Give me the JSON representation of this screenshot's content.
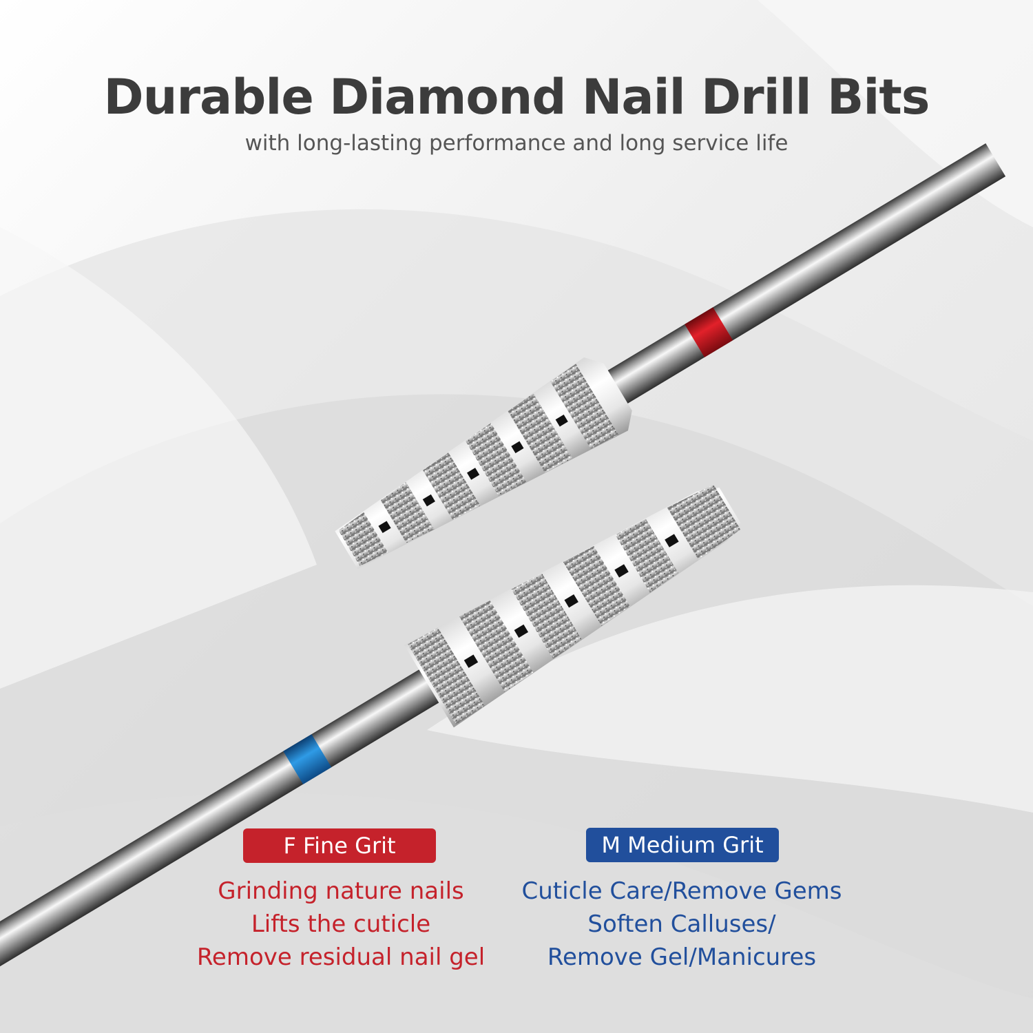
{
  "header": {
    "title": "Durable Diamond Nail Drill Bits",
    "subtitle": "with long-lasting performance and long service life"
  },
  "colors": {
    "fine": "#c5222b",
    "medium": "#214f9c",
    "fine_band": "#c8141b",
    "medium_band": "#1f7fcf"
  },
  "grits": {
    "fine": {
      "badge": "F Fine Grit",
      "uses": [
        "Grinding nature nails",
        "Lifts the cuticle",
        "Remove residual nail gel"
      ]
    },
    "medium": {
      "badge": "M Medium Grit",
      "uses": [
        "Cuticle Care/Remove Gems",
        "Soften Calluses/",
        "Remove Gel/Manicures"
      ]
    }
  }
}
